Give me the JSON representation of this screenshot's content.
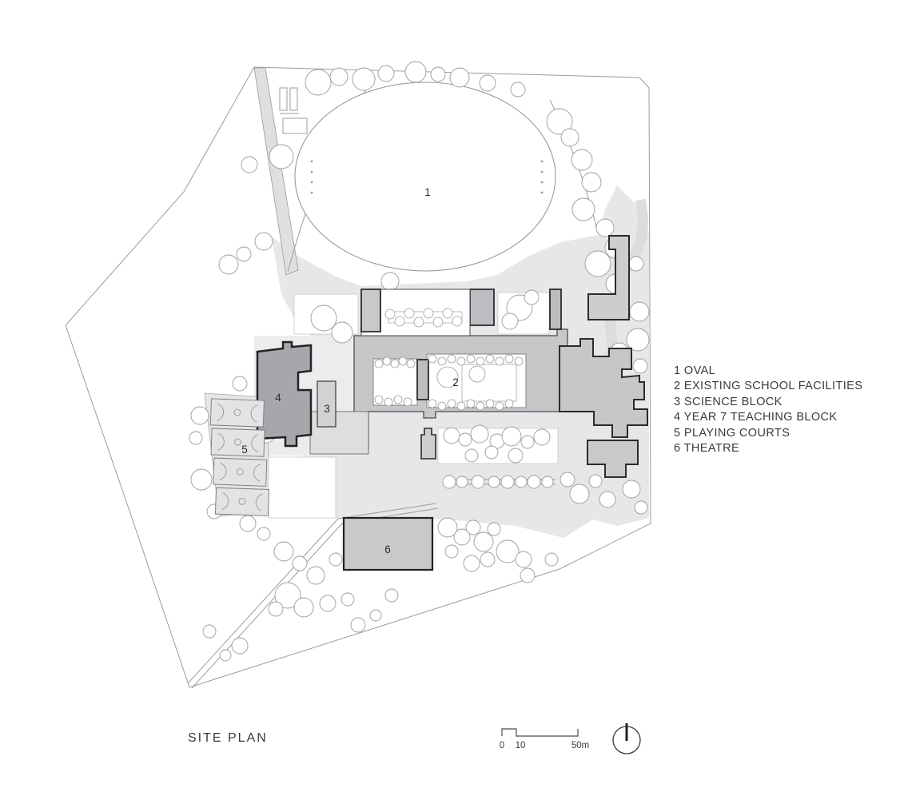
{
  "title": {
    "text": "SITE PLAN"
  },
  "legend": {
    "lines": [
      "1 OVAL",
      "2 EXISTING SCHOOL FACILITIES",
      "3 SCIENCE BLOCK",
      "4 YEAR 7 TEACHING BLOCK",
      "5 PLAYING COURTS",
      "6 THEATRE"
    ]
  },
  "plan_labels": {
    "oval": "1",
    "existing_school_facilities": "2",
    "science_block": "3",
    "year7_teaching_block": "4",
    "playing_courts": "5",
    "theatre": "6"
  },
  "scale_bar": {
    "zero": "0",
    "ten": "10",
    "fifty": "50m"
  },
  "colors": {
    "ink": "#3a3a3a",
    "sketch_line": "#9b9b9b",
    "ground_path": "#e2e2e5",
    "ground_light": "#ececee",
    "existing_building": "#c7c7ca",
    "existing_block_dark": "#bdbdc1",
    "new_building": "#a6a6ab",
    "theatre_fill": "#c9c9cc"
  }
}
